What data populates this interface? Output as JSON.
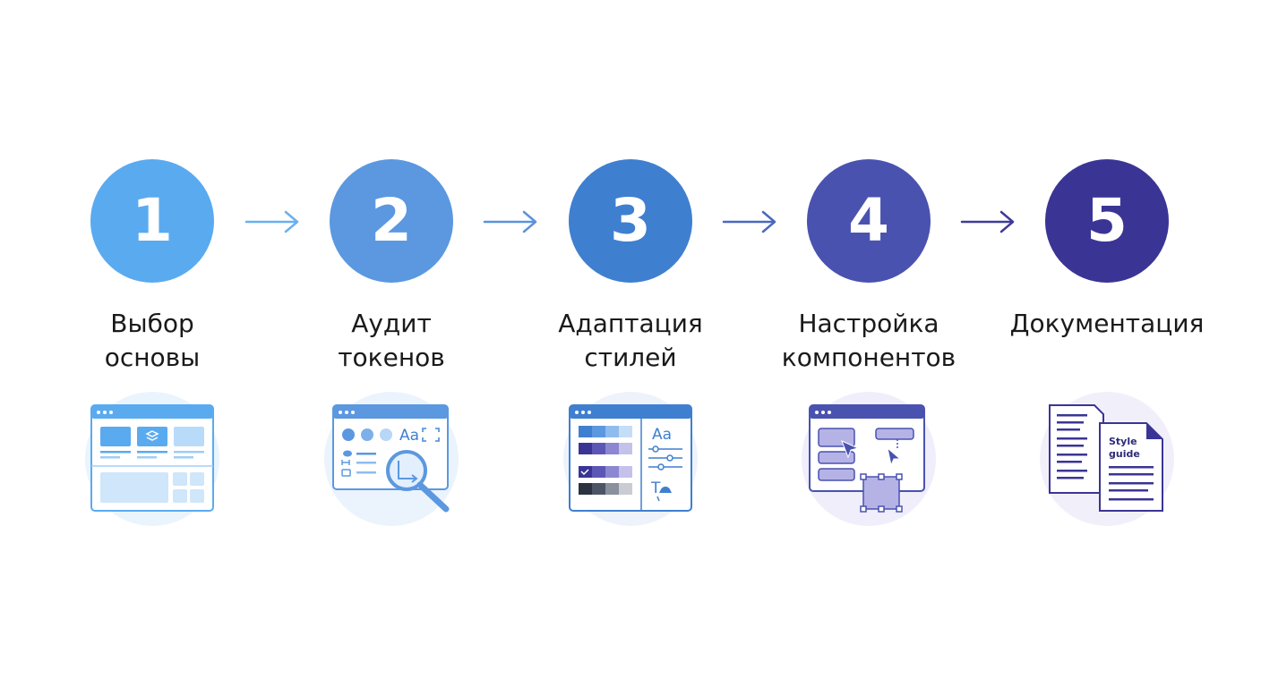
{
  "steps": [
    {
      "number": "1",
      "label_line1": "Выбор",
      "label_line2": "основы",
      "color": "#5aaaf0",
      "icon": "layout-grid-icon"
    },
    {
      "number": "2",
      "label_line1": "Аудит",
      "label_line2": "токенов",
      "color": "#5b98e0",
      "icon": "token-audit-magnifier-icon"
    },
    {
      "number": "3",
      "label_line1": "Адаптация",
      "label_line2": "стилей",
      "color": "#3f7fd0",
      "icon": "style-palette-icon"
    },
    {
      "number": "4",
      "label_line1": "Настройка",
      "label_line2": "компонентов",
      "color": "#4a52b0",
      "icon": "component-editor-icon"
    },
    {
      "number": "5",
      "label_line1": "Документация",
      "label_line2": "",
      "color": "#3a3595",
      "icon": "style-guide-document-icon"
    }
  ],
  "arrows": [
    {
      "color": "#6ab0ee",
      "icon": "arrow-right-icon"
    },
    {
      "color": "#5b92dc",
      "icon": "arrow-right-icon"
    },
    {
      "color": "#4a68c0",
      "icon": "arrow-right-icon"
    },
    {
      "color": "#3f3b9a",
      "icon": "arrow-right-icon"
    }
  ],
  "illustrations": {
    "tokens_text": "Aa",
    "styles_text": "Aa",
    "styles_text_tool": "T",
    "doc_text_line1": "Style",
    "doc_text_line2": "guide"
  }
}
